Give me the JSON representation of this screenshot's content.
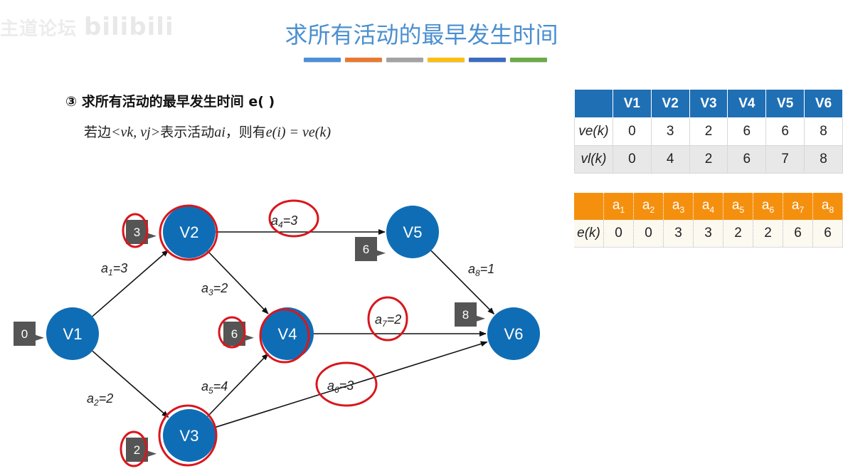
{
  "watermark": {
    "text": "主道论坛",
    "logo": "bilibili"
  },
  "title": "求所有活动的最早发生时间",
  "accent_bars": [
    "#4a90d9",
    "#e8792f",
    "#a3a3a3",
    "#fbbf14",
    "#3b6cc0",
    "#6aab45"
  ],
  "heading": "③ 求所有活动的最早发生时间 e( )",
  "subline": {
    "prefix": "若边",
    "edge": "<vk, vj>",
    "mid": "表示活动",
    "act": "ai",
    "then": "，则有",
    "formula": "e(i) = ve(k)"
  },
  "vertex_table": {
    "headers": [
      "",
      "V1",
      "V2",
      "V3",
      "V4",
      "V5",
      "V6"
    ],
    "rows": [
      {
        "label": "ve(k)",
        "values": [
          "0",
          "3",
          "2",
          "6",
          "6",
          "8"
        ]
      },
      {
        "label": "vl(k)",
        "values": [
          "0",
          "4",
          "2",
          "6",
          "7",
          "8"
        ]
      }
    ]
  },
  "activity_table": {
    "headers": [
      "",
      "a1",
      "a2",
      "a3",
      "a4",
      "a5",
      "a6",
      "a7",
      "a8"
    ],
    "row": {
      "label": "e(k)",
      "values": [
        "0",
        "0",
        "3",
        "3",
        "2",
        "2",
        "6",
        "6"
      ]
    }
  },
  "graph": {
    "vertices": [
      {
        "id": "V1",
        "label": "V1",
        "badge": "0"
      },
      {
        "id": "V2",
        "label": "V2",
        "badge": "3"
      },
      {
        "id": "V3",
        "label": "V3",
        "badge": "2"
      },
      {
        "id": "V4",
        "label": "V4",
        "badge": "6"
      },
      {
        "id": "V5",
        "label": "V5",
        "badge": "6"
      },
      {
        "id": "V6",
        "label": "V6",
        "badge": "8"
      }
    ],
    "edges": [
      {
        "from": "V1",
        "to": "V2",
        "label": "a1=3"
      },
      {
        "from": "V1",
        "to": "V3",
        "label": "a2=2"
      },
      {
        "from": "V2",
        "to": "V4",
        "label": "a3=2"
      },
      {
        "from": "V2",
        "to": "V5",
        "label": "a4=3"
      },
      {
        "from": "V3",
        "to": "V4",
        "label": "a5=4"
      },
      {
        "from": "V3",
        "to": "V6",
        "label": "a6=3"
      },
      {
        "from": "V4",
        "to": "V6",
        "label": "a7=2"
      },
      {
        "from": "V5",
        "to": "V6",
        "label": "a8=1"
      }
    ],
    "node_color": "#0f6db5",
    "annotation_color": "#d9161c"
  }
}
